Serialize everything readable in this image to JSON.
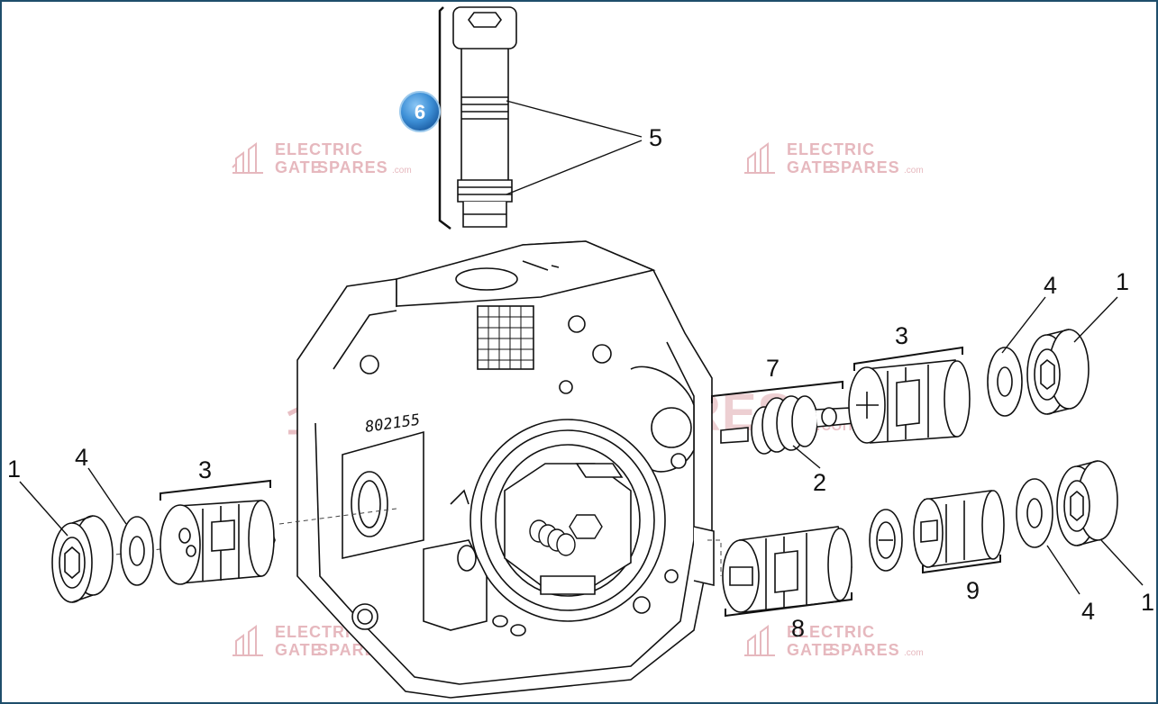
{
  "diagram": {
    "serial_number": "802155",
    "badge_label": "6",
    "callouts": [
      {
        "id": "c5",
        "label": "5"
      },
      {
        "id": "c7",
        "label": "7"
      },
      {
        "id": "c2",
        "label": "2"
      },
      {
        "id": "c3_right",
        "label": "3"
      },
      {
        "id": "c4_right_top",
        "label": "4"
      },
      {
        "id": "c1_right_top",
        "label": "1"
      },
      {
        "id": "c1_left",
        "label": "1"
      },
      {
        "id": "c4_left",
        "label": "4"
      },
      {
        "id": "c3_left",
        "label": "3"
      },
      {
        "id": "c8",
        "label": "8"
      },
      {
        "id": "c9",
        "label": "9"
      },
      {
        "id": "c4_right_bottom",
        "label": "4"
      },
      {
        "id": "c1_right_bottom",
        "label": "1"
      }
    ]
  },
  "watermark": {
    "line1": "ELECTRIC",
    "line2_a": "GATE",
    "line2_b": "SPARES",
    "suffix": ".com"
  },
  "colors": {
    "border": "#1f4e6b",
    "line_art": "#111111",
    "watermark": "#e6b8be",
    "badge": "#3d8fd6"
  }
}
